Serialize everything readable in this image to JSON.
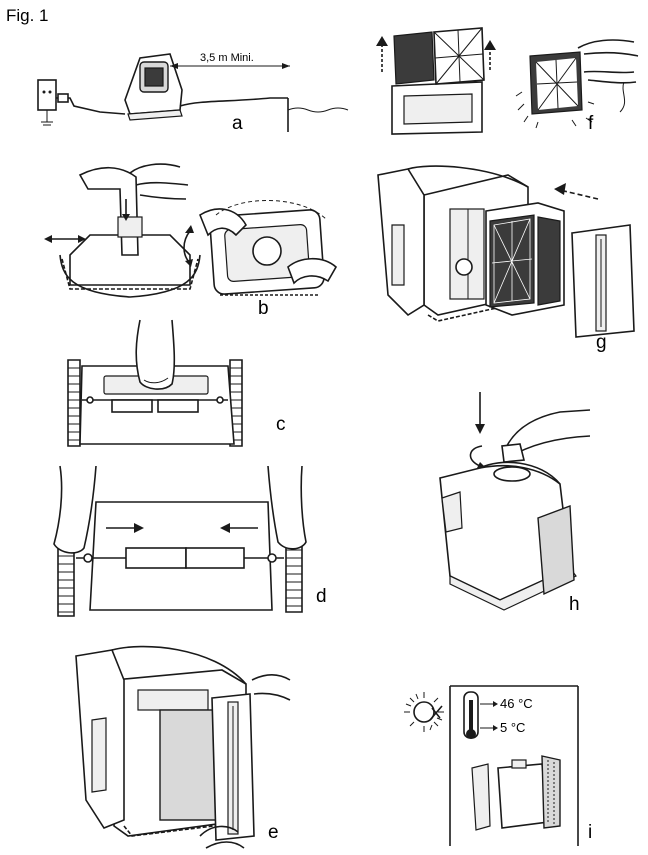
{
  "figure": {
    "title": "Fig. 1"
  },
  "panels": {
    "a": {
      "label": "a",
      "dimension": "3,5  m  Mini."
    },
    "b": {
      "label": "b"
    },
    "c": {
      "label": "c"
    },
    "d": {
      "label": "d"
    },
    "e": {
      "label": "e"
    },
    "f": {
      "label": "f"
    },
    "g": {
      "label": "g"
    },
    "h": {
      "label": "h"
    },
    "i": {
      "label": "i",
      "temp_max": "46 °C",
      "temp_min": "5 °C"
    }
  }
}
